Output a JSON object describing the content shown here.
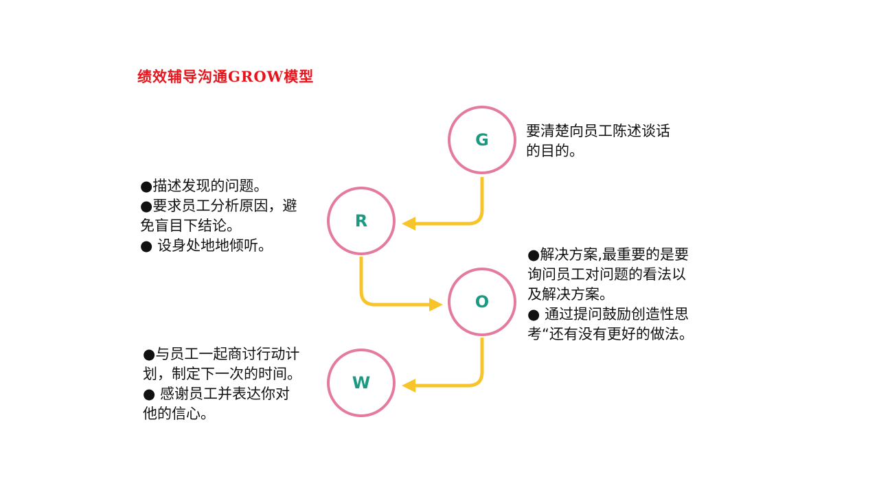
{
  "title": "绩效辅导沟通GROW模型",
  "colors": {
    "title": "#e8141c",
    "circle_border": "#e47a9e",
    "letter": "#1a9a80",
    "connector": "#f7c52a",
    "text": "#111111"
  },
  "nodes": {
    "g": {
      "letter": "G",
      "lines": [
        "要清楚向员工陈述谈话",
        "的目的。"
      ]
    },
    "r": {
      "letter": "R",
      "lines": [
        "●描述发现的问题。",
        "●要求员工分析原因，避",
        "免盲目下结论。",
        "● 设身处地地倾听。"
      ]
    },
    "o": {
      "letter": "O",
      "lines": [
        "●解决方案,最重要的是要",
        "询问员工对问题的看法以",
        "及解决方案。",
        "● 通过提问鼓励创造性思",
        "考“还有没有更好的做法。"
      ]
    },
    "w": {
      "letter": "W",
      "lines": [
        "●与员工一起商讨行动计",
        "划，制定下一次的时间。",
        "● 感谢员工并表达你对",
        "他的信心。"
      ]
    }
  }
}
